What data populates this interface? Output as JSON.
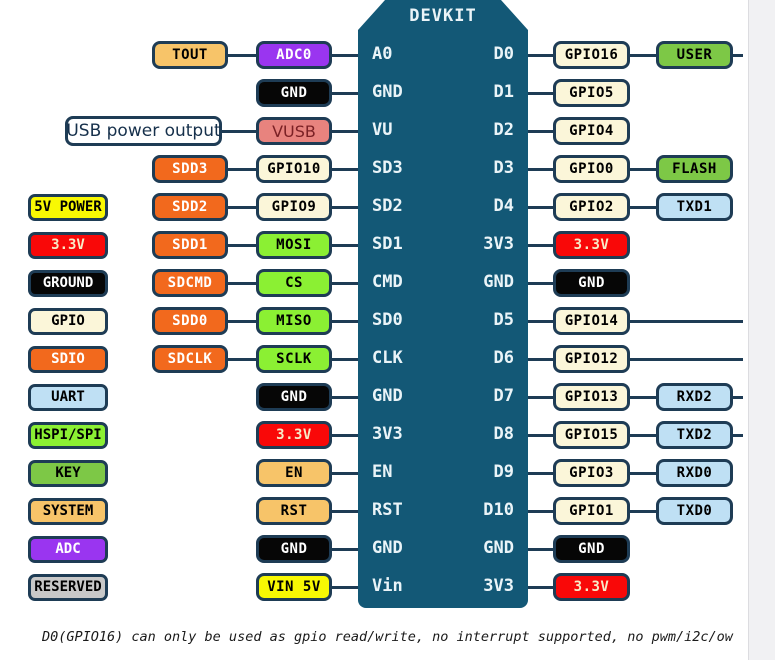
{
  "device": {
    "title": "DEVKIT"
  },
  "colors": {
    "body": "#135876",
    "connector": "#1e3c55",
    "types": {
      "system": {
        "bg": "#F7C469",
        "fg": "#000000"
      },
      "adc": {
        "bg": "#9A35F0",
        "fg": "#FFFFFF"
      },
      "ground": {
        "bg": "#060606",
        "fg": "#FFFFFF"
      },
      "vusb": {
        "bg": "#E8837E",
        "fg": "#7B2125"
      },
      "sdio": {
        "bg": "#F2691D",
        "fg": "#FFFFFF"
      },
      "gpio": {
        "bg": "#FBF6D9",
        "fg": "#000000"
      },
      "hspi": {
        "bg": "#8BF033",
        "fg": "#000000"
      },
      "key": {
        "bg": "#7DC846",
        "fg": "#000000"
      },
      "uart": {
        "bg": "#BFE0F4",
        "fg": "#000000"
      },
      "power3v3": {
        "bg": "#F90808",
        "fg": "#F7EBC8"
      },
      "power5v": {
        "bg": "#F8F803",
        "fg": "#000000"
      },
      "reserved": {
        "bg": "#C8C8C8",
        "fg": "#000000"
      },
      "plain": {
        "bg": "#FFFFFF",
        "fg": "#16304B"
      }
    }
  },
  "legend": [
    {
      "label": "5V POWER",
      "type": "power5v"
    },
    {
      "label": "3.3V",
      "type": "power3v3"
    },
    {
      "label": "GROUND",
      "type": "ground"
    },
    {
      "label": "GPIO",
      "type": "gpio"
    },
    {
      "label": "SDIO",
      "type": "sdio"
    },
    {
      "label": "UART",
      "type": "uart"
    },
    {
      "label": "HSPI/SPI",
      "type": "hspi"
    },
    {
      "label": "KEY",
      "type": "key"
    },
    {
      "label": "SYSTEM",
      "type": "system"
    },
    {
      "label": "ADC",
      "type": "adc"
    },
    {
      "label": "RESERVED",
      "type": "reserved"
    }
  ],
  "rows": [
    {
      "left_outer": {
        "label": "TOUT",
        "type": "system"
      },
      "left_inner": {
        "label": "ADC0",
        "type": "adc"
      },
      "pin_left": "A0",
      "pin_right": "D0",
      "right_inner": {
        "label": "GPIO16",
        "type": "gpio"
      },
      "right_outer": {
        "label": "USER",
        "type": "key"
      },
      "edge_line": "stub"
    },
    {
      "left_inner": {
        "label": "GND",
        "type": "ground"
      },
      "pin_left": "GND",
      "pin_right": "D1",
      "right_inner": {
        "label": "GPIO5",
        "type": "gpio"
      }
    },
    {
      "left_outer": {
        "label": "USB power output",
        "type": "plain",
        "wide": true
      },
      "left_inner": {
        "label": "VUSB",
        "type": "vusb"
      },
      "pin_left": "VU",
      "pin_right": "D2",
      "right_inner": {
        "label": "GPIO4",
        "type": "gpio"
      }
    },
    {
      "left_outer": {
        "label": "SDD3",
        "type": "sdio"
      },
      "left_inner": {
        "label": "GPIO10",
        "type": "gpio"
      },
      "pin_left": "SD3",
      "pin_right": "D3",
      "right_inner": {
        "label": "GPIO0",
        "type": "gpio"
      },
      "right_outer": {
        "label": "FLASH",
        "type": "key"
      }
    },
    {
      "left_outer": {
        "label": "SDD2",
        "type": "sdio"
      },
      "left_inner": {
        "label": "GPIO9",
        "type": "gpio"
      },
      "pin_left": "SD2",
      "pin_right": "D4",
      "right_inner": {
        "label": "GPIO2",
        "type": "gpio"
      },
      "right_outer": {
        "label": "TXD1",
        "type": "uart"
      }
    },
    {
      "left_outer": {
        "label": "SDD1",
        "type": "sdio"
      },
      "left_inner": {
        "label": "MOSI",
        "type": "hspi"
      },
      "pin_left": "SD1",
      "pin_right": "3V3",
      "right_inner": {
        "label": "3.3V",
        "type": "power3v3"
      }
    },
    {
      "left_outer": {
        "label": "SDCMD",
        "type": "sdio"
      },
      "left_inner": {
        "label": "CS",
        "type": "hspi"
      },
      "pin_left": "CMD",
      "pin_right": "GND",
      "right_inner": {
        "label": "GND",
        "type": "ground"
      }
    },
    {
      "left_outer": {
        "label": "SDD0",
        "type": "sdio"
      },
      "left_inner": {
        "label": "MISO",
        "type": "hspi"
      },
      "pin_left": "SD0",
      "pin_right": "D5",
      "right_inner": {
        "label": "GPIO14",
        "type": "gpio"
      },
      "edge_line": "long"
    },
    {
      "left_outer": {
        "label": "SDCLK",
        "type": "sdio"
      },
      "left_inner": {
        "label": "SCLK",
        "type": "hspi"
      },
      "pin_left": "CLK",
      "pin_right": "D6",
      "right_inner": {
        "label": "GPIO12",
        "type": "gpio"
      },
      "edge_line": "long"
    },
    {
      "left_inner": {
        "label": "GND",
        "type": "ground"
      },
      "pin_left": "GND",
      "pin_right": "D7",
      "right_inner": {
        "label": "GPIO13",
        "type": "gpio"
      },
      "right_outer": {
        "label": "RXD2",
        "type": "uart"
      },
      "edge_line": "stub"
    },
    {
      "left_inner": {
        "label": "3.3V",
        "type": "power3v3"
      },
      "pin_left": "3V3",
      "pin_right": "D8",
      "right_inner": {
        "label": "GPIO15",
        "type": "gpio"
      },
      "right_outer": {
        "label": "TXD2",
        "type": "uart"
      },
      "edge_line": "stub"
    },
    {
      "left_inner": {
        "label": "EN",
        "type": "system"
      },
      "pin_left": "EN",
      "pin_right": "D9",
      "right_inner": {
        "label": "GPIO3",
        "type": "gpio"
      },
      "right_outer": {
        "label": "RXD0",
        "type": "uart"
      }
    },
    {
      "left_inner": {
        "label": "RST",
        "type": "system"
      },
      "pin_left": "RST",
      "pin_right": "D10",
      "right_inner": {
        "label": "GPIO1",
        "type": "gpio"
      },
      "right_outer": {
        "label": "TXD0",
        "type": "uart"
      }
    },
    {
      "left_inner": {
        "label": "GND",
        "type": "ground"
      },
      "pin_left": "GND",
      "pin_right": "GND",
      "right_inner": {
        "label": "GND",
        "type": "ground"
      }
    },
    {
      "left_inner": {
        "label": "VIN 5V",
        "type": "power5v"
      },
      "pin_left": "Vin",
      "pin_right": "3V3",
      "right_inner": {
        "label": "3.3V",
        "type": "power3v3"
      }
    }
  ],
  "footnote": "D0(GPIO16) can only be used as gpio read/write, no interrupt supported, no pwm/i2c/ow"
}
